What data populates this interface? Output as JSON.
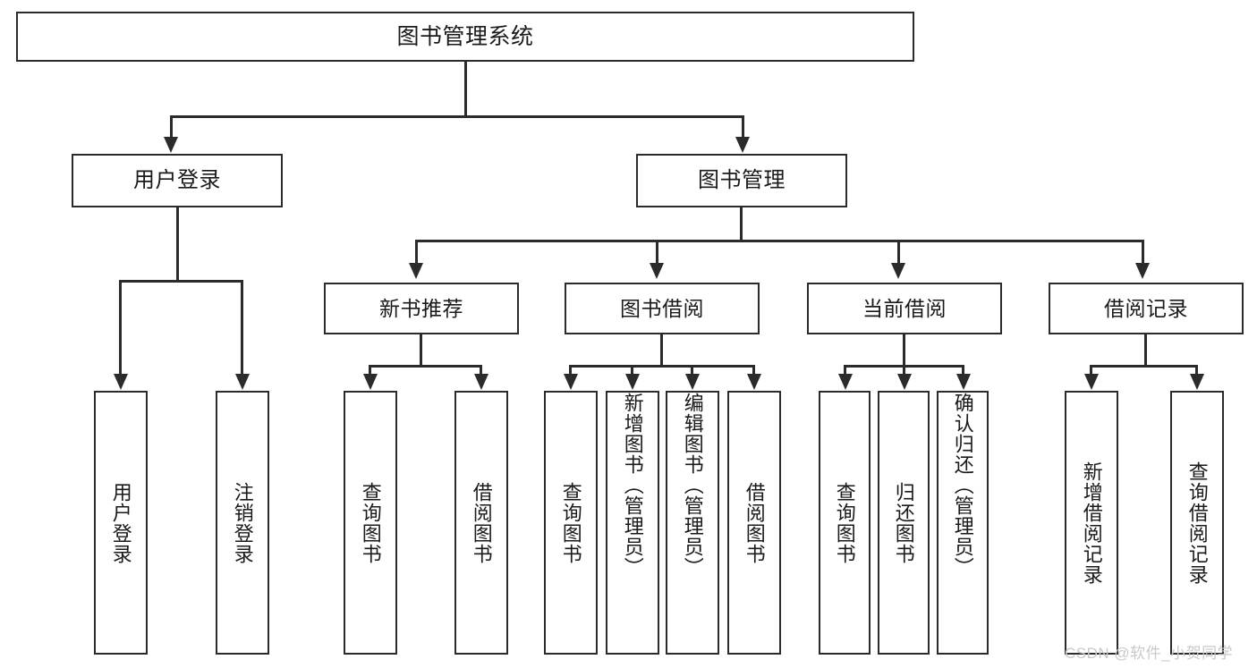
{
  "diagram": {
    "title": "图书管理系统",
    "type": "tree-hierarchy-chart",
    "root": {
      "label": "图书管理系统"
    },
    "level2": [
      {
        "label": "用户登录"
      },
      {
        "label": "图书管理"
      }
    ],
    "level3": [
      {
        "label": "新书推荐"
      },
      {
        "label": "图书借阅"
      },
      {
        "label": "当前借阅"
      },
      {
        "label": "借阅记录"
      }
    ],
    "leaves": {
      "user_login": [
        {
          "label": "用户登录"
        },
        {
          "label": "注销登录"
        }
      ],
      "new_book_recommend": [
        {
          "label": "查询图书"
        },
        {
          "label": "借阅图书"
        }
      ],
      "book_borrow": [
        {
          "label": "查询图书"
        },
        {
          "label": "新增图书（管理员）"
        },
        {
          "label": "编辑图书（管理员）"
        },
        {
          "label": "借阅图书"
        }
      ],
      "current_borrow": [
        {
          "label": "查询图书"
        },
        {
          "label": "归还图书"
        },
        {
          "label": "确认归还（管理员）"
        }
      ],
      "borrow_record": [
        {
          "label": "新增借阅记录"
        },
        {
          "label": "查询借阅记录"
        }
      ]
    }
  },
  "watermark": {
    "text": "CSDN @软件_小贺同学"
  },
  "colors": {
    "stroke": "#2b2b2b",
    "fill": "#ffffff",
    "text": "#1a1a1a",
    "watermark": "#c9c9c9"
  }
}
